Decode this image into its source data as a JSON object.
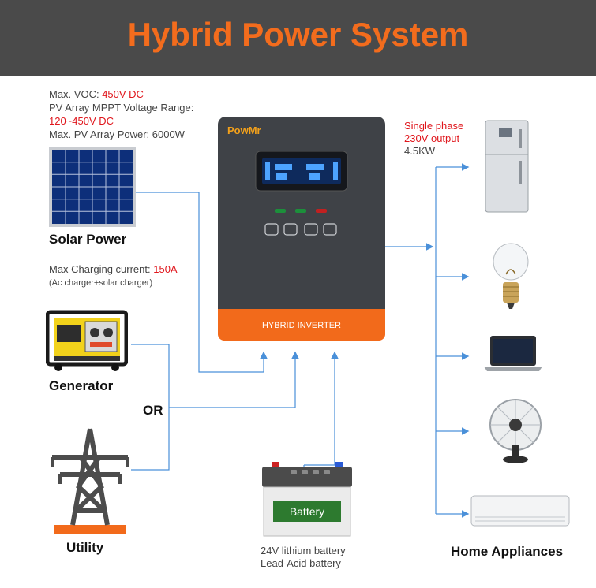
{
  "title": "Hybrid Power System",
  "pv_specs": {
    "voc_label": "Max. VOC: ",
    "voc_value": "450V DC",
    "mppt_label": "PV Array MPPT Voltage Range:",
    "mppt_value": "120~450V DC",
    "max_power": "Max. PV Array Power: 6000W"
  },
  "solar_label": "Solar Power",
  "charging": {
    "label": "Max Charging current: ",
    "value": "150A",
    "note": "(Ac charger+solar charger)"
  },
  "generator_label": "Generator",
  "or_label": "OR",
  "utility_label": "Utility",
  "inverter": {
    "brand": "PowMr",
    "band_text": "HYBRID INVERTER"
  },
  "output": {
    "line1": "Single phase",
    "line2": "230V output",
    "power": "4.5KW"
  },
  "battery": {
    "label": "Battery",
    "line1": "24V lithium battery",
    "line2": "Lead-Acid battery"
  },
  "appliances_label": "Home Appliances",
  "colors": {
    "banner": "#4a4a4a",
    "accent": "#f36c1d",
    "spec_red": "#e0161c",
    "wire": "#4a90d9"
  },
  "icons": [
    "solar-panel-icon",
    "generator-icon",
    "pylon-icon",
    "inverter-icon",
    "battery-icon",
    "fridge-icon",
    "bulb-icon",
    "laptop-icon",
    "fan-icon",
    "air-conditioner-icon"
  ]
}
